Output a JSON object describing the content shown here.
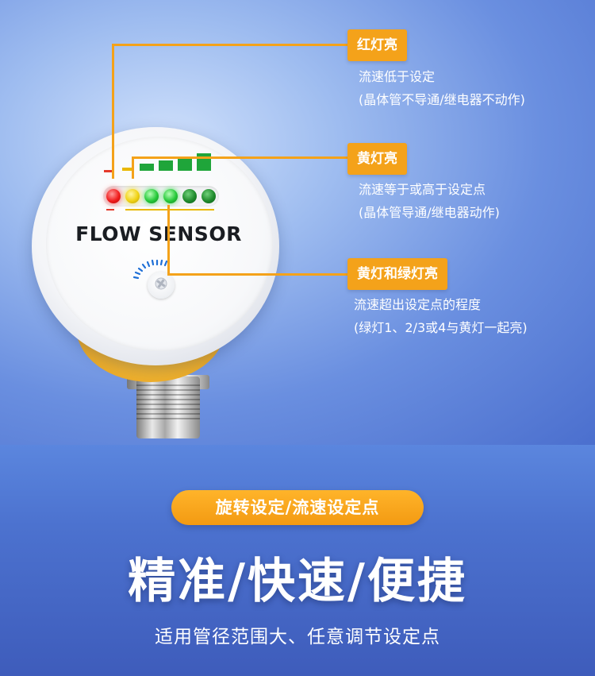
{
  "device": {
    "label": "FLOW SENSOR",
    "leds": [
      "red",
      "yellow",
      "green",
      "green",
      "dark-green",
      "dark-green"
    ]
  },
  "callouts": [
    {
      "tag": "红灯亮",
      "line1": "流速低于设定",
      "line2": "(晶体管不导通/继电器不动作)"
    },
    {
      "tag": "黄灯亮",
      "line1": "流速等于或高于设定点",
      "line2": "(晶体管导通/继电器动作)"
    },
    {
      "tag": "黄灯和绿灯亮",
      "line1": "流速超出设定点的程度",
      "line2": "(绿灯1、2/3或4与黄灯一起亮)"
    }
  ],
  "banner": {
    "pill": "旋转设定/流速设定点",
    "headline": "精准/快速/便捷",
    "subline": "适用管径范围大、任意调节设定点"
  },
  "colors": {
    "accent": "#f4a21a",
    "background": "#4c72cf",
    "text": "#ffffff"
  }
}
